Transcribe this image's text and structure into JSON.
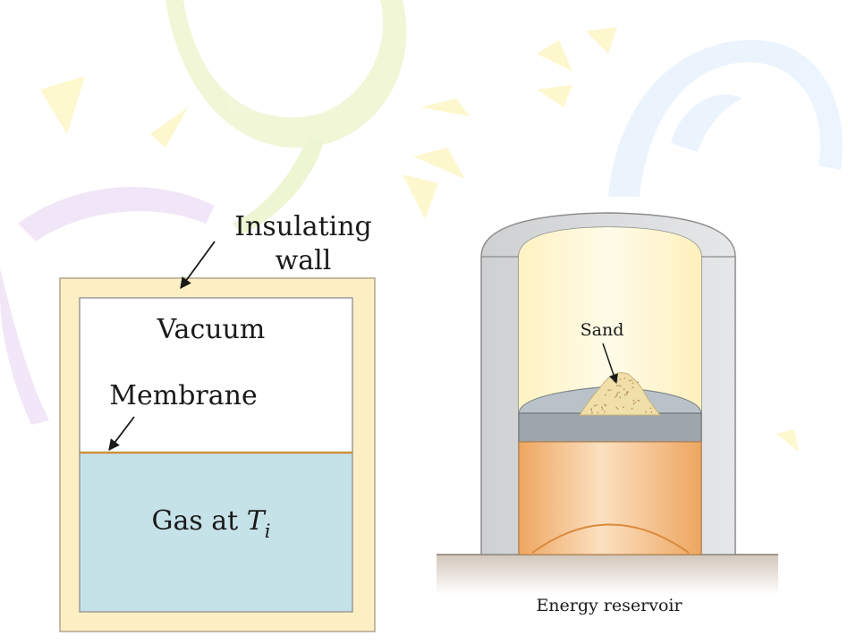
{
  "left_panel": {
    "insulating_wall_line1": "Insulating",
    "insulating_wall_line2": "wall",
    "vacuum": "Vacuum",
    "membrane": "Membrane",
    "gas_text": "Gas at ",
    "gas_symbol": "T",
    "gas_subscript": "i"
  },
  "right_panel": {
    "sand": "Sand",
    "energy_reservoir": "Energy reservoir"
  },
  "colors": {
    "insulating_wall": "#fdefc4",
    "gas": "#c6e2e9",
    "membrane": "#c9933a",
    "cylinder_wall": "#d9dadb",
    "piston": "#9ea6ab",
    "gas_cylinder": "#f2b774",
    "reservoir": "#d8cec4"
  }
}
